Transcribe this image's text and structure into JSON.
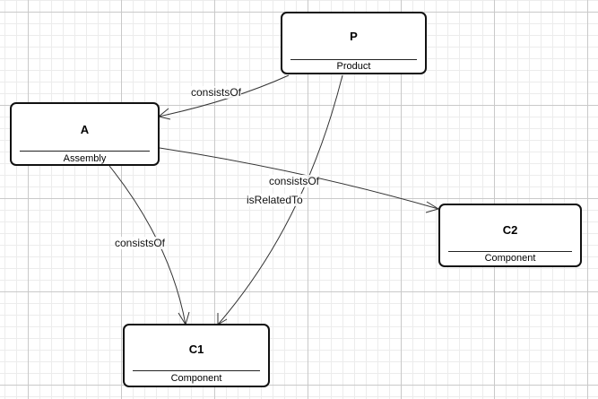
{
  "diagram": {
    "nodes": [
      {
        "id": "P",
        "name": "P",
        "type": "Product"
      },
      {
        "id": "A",
        "name": "A",
        "type": "Assembly"
      },
      {
        "id": "C2",
        "name": "C2",
        "type": "Component"
      },
      {
        "id": "C1",
        "name": "C1",
        "type": "Component"
      }
    ],
    "edges": [
      {
        "from": "P",
        "to": "A",
        "label": "consistsOf"
      },
      {
        "from": "P",
        "to": "C1",
        "label": "isRelatedTo"
      },
      {
        "from": "A",
        "to": "C2",
        "label": "consistsOf"
      },
      {
        "from": "A",
        "to": "C1",
        "label": "consistsOf"
      }
    ]
  }
}
